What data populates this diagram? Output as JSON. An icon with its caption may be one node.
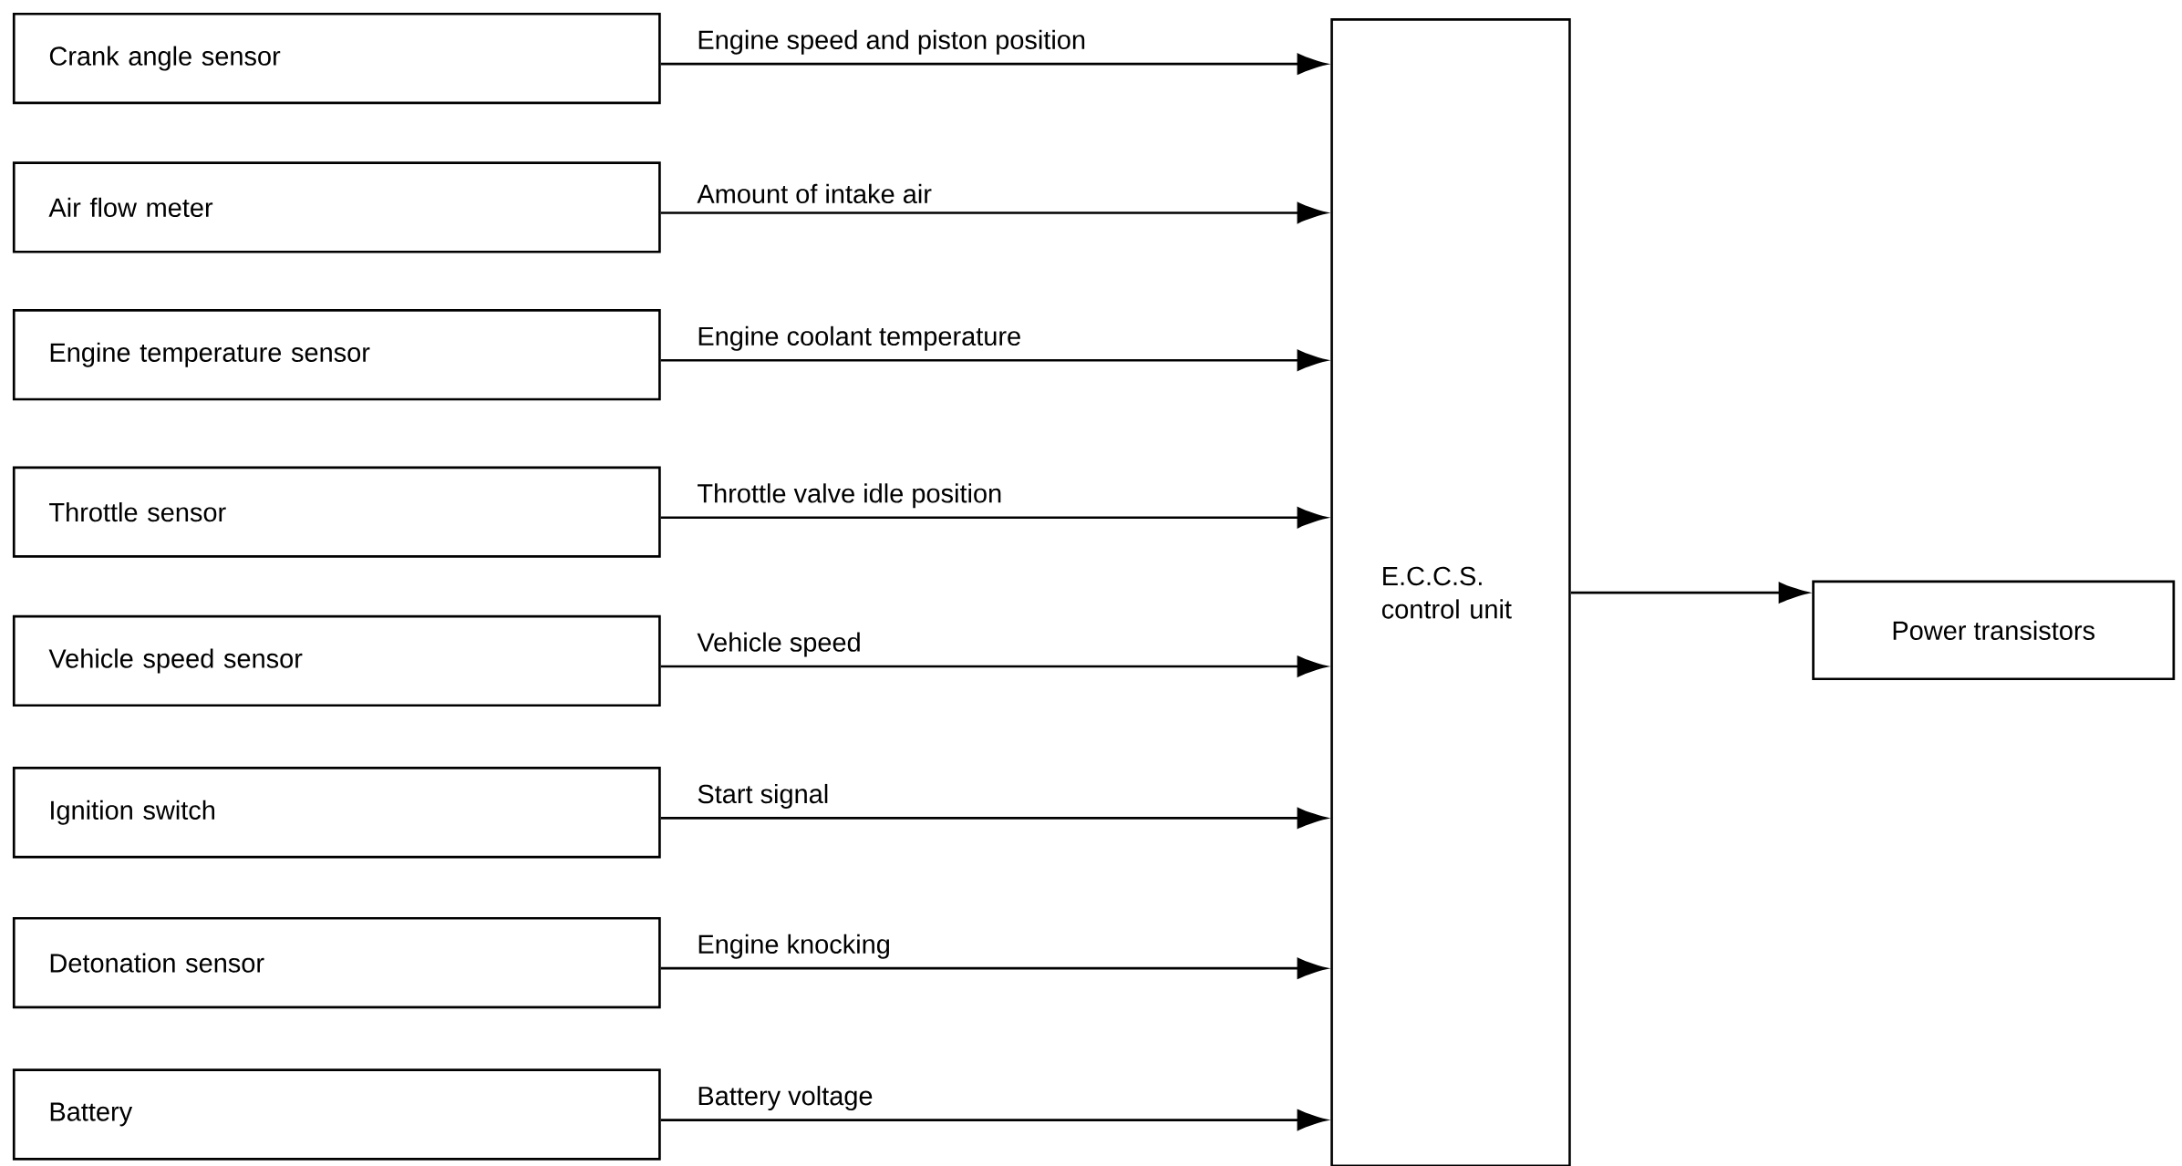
{
  "diagram": {
    "nodes": [
      {
        "text": [
          "Crank angle sensor"
        ]
      },
      {
        "text": [
          "Air flow meter"
        ]
      },
      {
        "text": [
          "Engine temperature sensor"
        ]
      },
      {
        "text": [
          "Throttle sensor"
        ]
      },
      {
        "text": [
          "Vehicle speed sensor"
        ]
      },
      {
        "text": [
          "Ignition switch"
        ]
      },
      {
        "text": [
          "Detonation sensor"
        ]
      },
      {
        "text": [
          "Battery"
        ]
      },
      {
        "text": [
          "E.C.C.S. control unit"
        ]
      },
      {
        "text": [
          "Power transistors"
        ]
      }
    ],
    "edges": [
      {
        "from": 0,
        "to": 8,
        "arrow": "to",
        "label": "Engine speed and piston position"
      },
      {
        "from": 1,
        "to": 8,
        "arrow": "to",
        "label": "Amount of intake air"
      },
      {
        "from": 2,
        "to": 8,
        "arrow": "to",
        "label": "Engine coolant temperature"
      },
      {
        "from": 3,
        "to": 8,
        "arrow": "to",
        "label": "Throttle valve idle position"
      },
      {
        "from": 4,
        "to": 8,
        "arrow": "to",
        "label": "Vehicle speed"
      },
      {
        "from": 5,
        "to": 8,
        "arrow": "to",
        "label": "Start signal"
      },
      {
        "from": 6,
        "to": 8,
        "arrow": "to",
        "label": "Engine knocking"
      },
      {
        "from": 7,
        "to": 8,
        "arrow": "to",
        "label": "Battery voltage"
      },
      {
        "from": 8,
        "to": 9,
        "arrow": "to"
      }
    ]
  }
}
